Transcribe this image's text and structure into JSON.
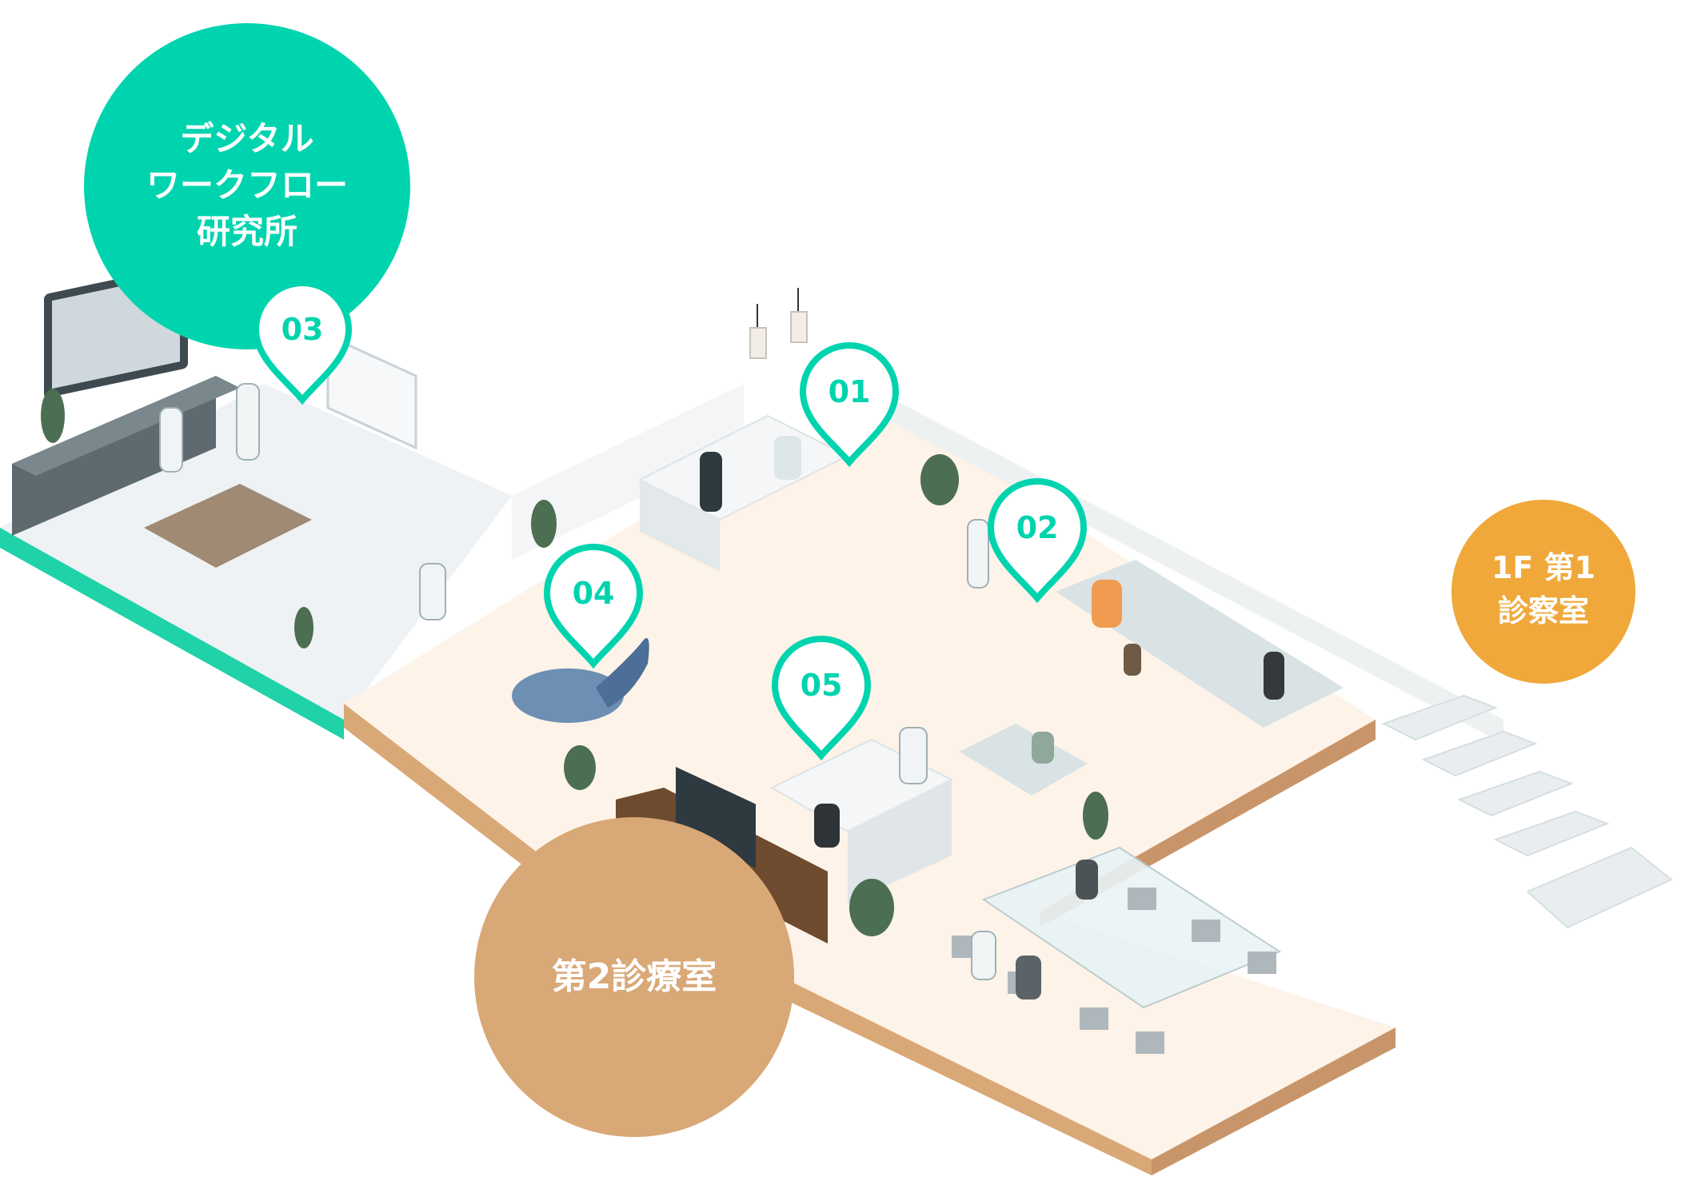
{
  "colors": {
    "accent_green": "#00D4AE",
    "accent_orange": "#F0A83A",
    "accent_tan": "#D9A877",
    "floor_cream": "#FDF3E8",
    "floor_edge": "#D9A877",
    "lab_floor": "#EEF2F4",
    "lab_edge": "#1FD2A8"
  },
  "areas": [
    {
      "id": "lab",
      "lines": [
        "デジタル",
        "ワークフロー",
        "研究所"
      ]
    },
    {
      "id": "first",
      "lines": [
        "1F 第1",
        "診察室"
      ]
    },
    {
      "id": "second",
      "lines": [
        "第2診療室"
      ]
    }
  ],
  "pins": [
    {
      "id": "p01",
      "label": "01"
    },
    {
      "id": "p02",
      "label": "02"
    },
    {
      "id": "p03",
      "label": "03"
    },
    {
      "id": "p04",
      "label": "04"
    },
    {
      "id": "p05",
      "label": "05"
    }
  ]
}
